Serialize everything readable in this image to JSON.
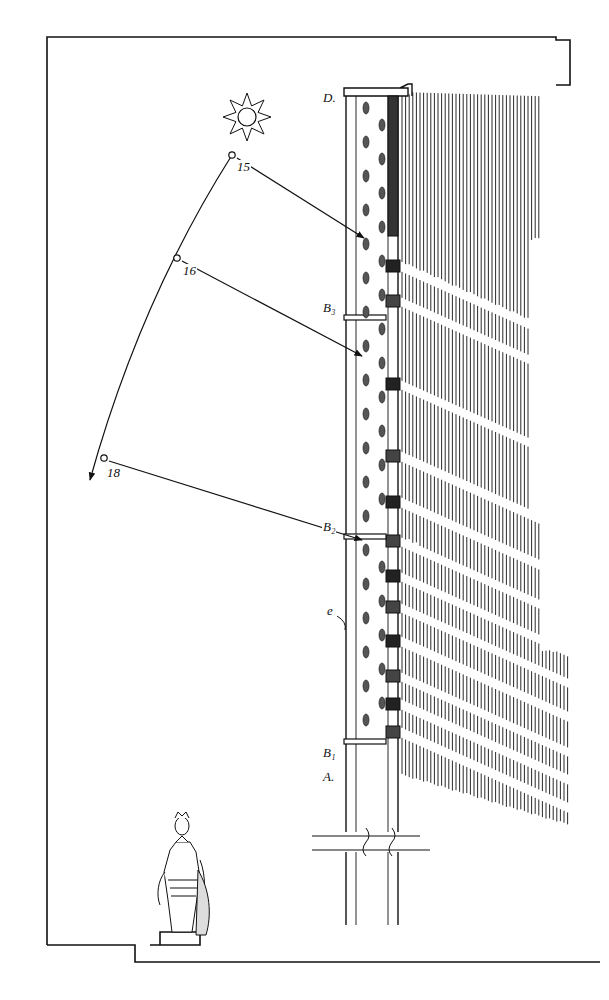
{
  "diagram": {
    "labels": [
      "15",
      "16",
      "18",
      "D.",
      "B₃",
      "B₂",
      "B₁",
      "A.",
      "e"
    ]
  }
}
